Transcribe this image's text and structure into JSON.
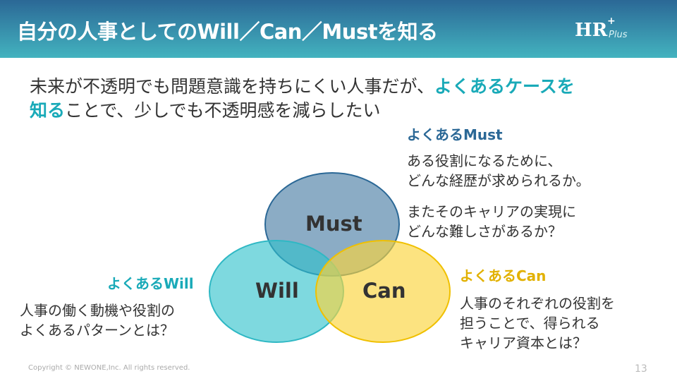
{
  "header": {
    "title": "自分の人事としてのWill／Can／Mustを知る",
    "logo": {
      "main": "HR",
      "plus": "+",
      "sub": "Plus"
    }
  },
  "lead": {
    "part1": "未来が不透明でも問題意識を持ちにくい人事だが、",
    "highlight1": "よくあるケースを",
    "highlight2": "知る",
    "part2": "ことで、少しでも不透明感を減らしたい"
  },
  "diagram": {
    "must": "Must",
    "will": "Will",
    "can": "Can",
    "colors": {
      "must": "#6f9cc0",
      "will": "#5fcfd6",
      "can": "#fde27c"
    }
  },
  "must_box": {
    "heading": "よくあるMust",
    "lines": [
      "ある役割になるために、",
      "どんな経歴が求められるか。",
      "またそのキャリアの実現に",
      "どんな難しさがあるか？"
    ]
  },
  "will_box": {
    "heading": "よくあるWill",
    "lines": [
      "人事の働く動機や役割の",
      "よくあるパターンとは？"
    ]
  },
  "can_box": {
    "heading": "よくあるCan",
    "lines": [
      "人事のそれぞれの役割を",
      "担うことで、得られる",
      "キャリア資本とは？"
    ]
  },
  "footer": {
    "copyright": "Copyright © NEWONE,Inc. All rights reserved.",
    "page": "13"
  }
}
